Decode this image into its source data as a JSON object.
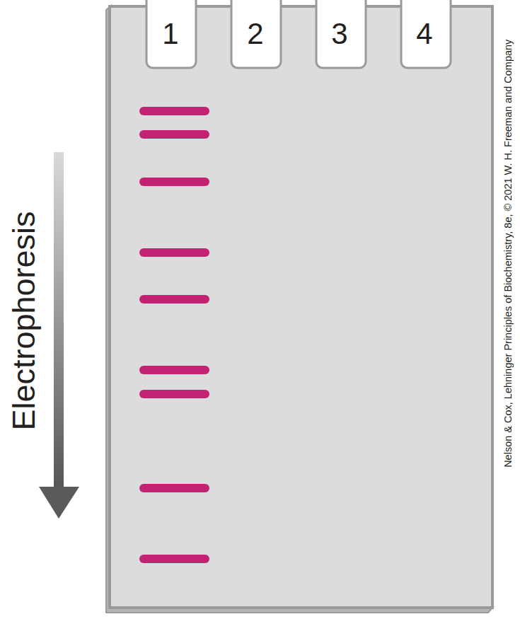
{
  "diagram": {
    "labels": [
      "1",
      "2",
      "3",
      "4",
      "Electrophoresis",
      "Nelson & Cox, Lehninger Principles of Biochemistry, 8e, © 2021 W. H. Freeman and Company"
    ]
  }
}
